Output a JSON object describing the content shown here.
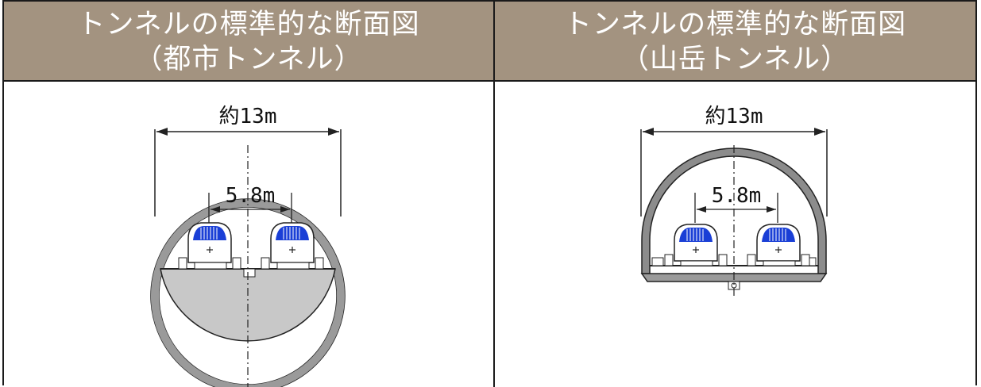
{
  "colors": {
    "header_bg": "#a39380",
    "header_text": "#ffffff",
    "car_blue": "#1a3fd6",
    "ground_fill": "#c8c8c8"
  },
  "columns": [
    {
      "title_line1": "トンネルの標準的な断面図",
      "title_line2": "（都市トンネル）",
      "width_label": "約13m",
      "gauge_label": "5.8m"
    },
    {
      "title_line1": "トンネルの標準的な断面図",
      "title_line2": "（山岳トンネル）",
      "width_label": "約13m",
      "gauge_label": "5.8m"
    }
  ]
}
